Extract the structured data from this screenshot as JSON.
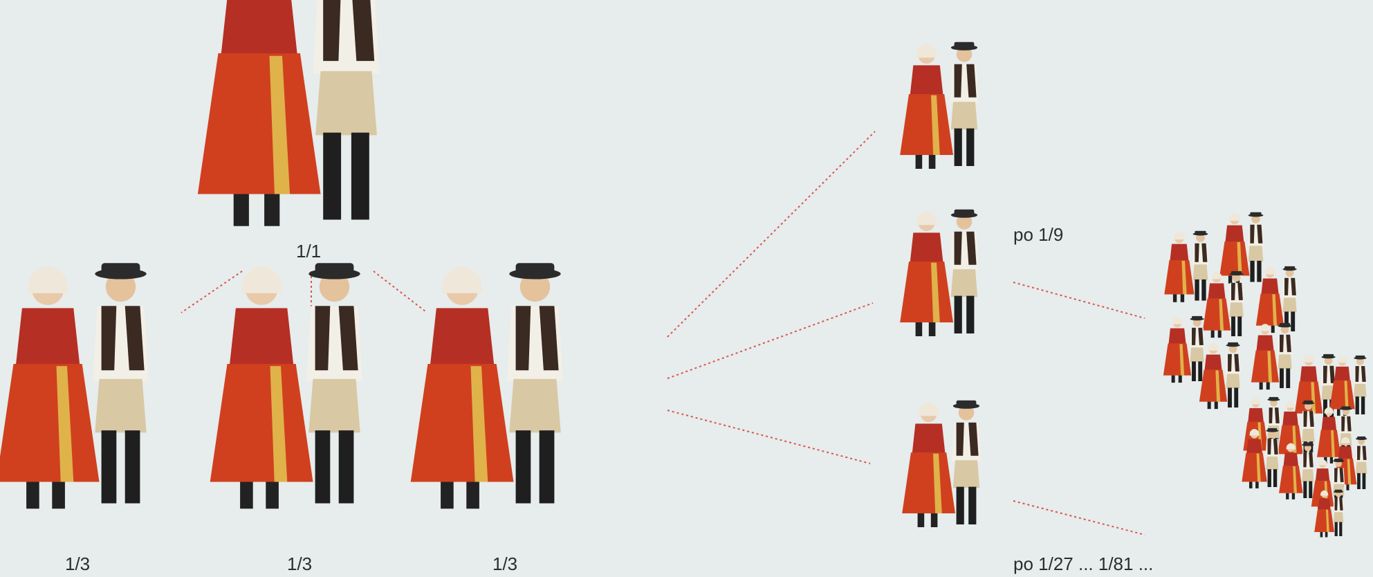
{
  "labels": {
    "root": "1/1",
    "child_1": "1/3",
    "child_2": "1/3",
    "child_3": "1/3",
    "grandchildren": "po 1/9",
    "descendants": "po 1/27 ... 1/81 ..."
  },
  "figures": {
    "root_couple": "folk-costume-couple",
    "child_couple_1": "folk-costume-couple",
    "child_couple_2": "folk-costume-couple",
    "child_couple_3": "folk-costume-couple",
    "gc_couple_1": "folk-costume-couple",
    "gc_couple_2": "folk-costume-couple",
    "gc_couple_3": "folk-costume-couple",
    "crowd": "many-folk-costume-couples"
  },
  "colors": {
    "background": "#e7ecec",
    "connector": "#d9534f"
  }
}
